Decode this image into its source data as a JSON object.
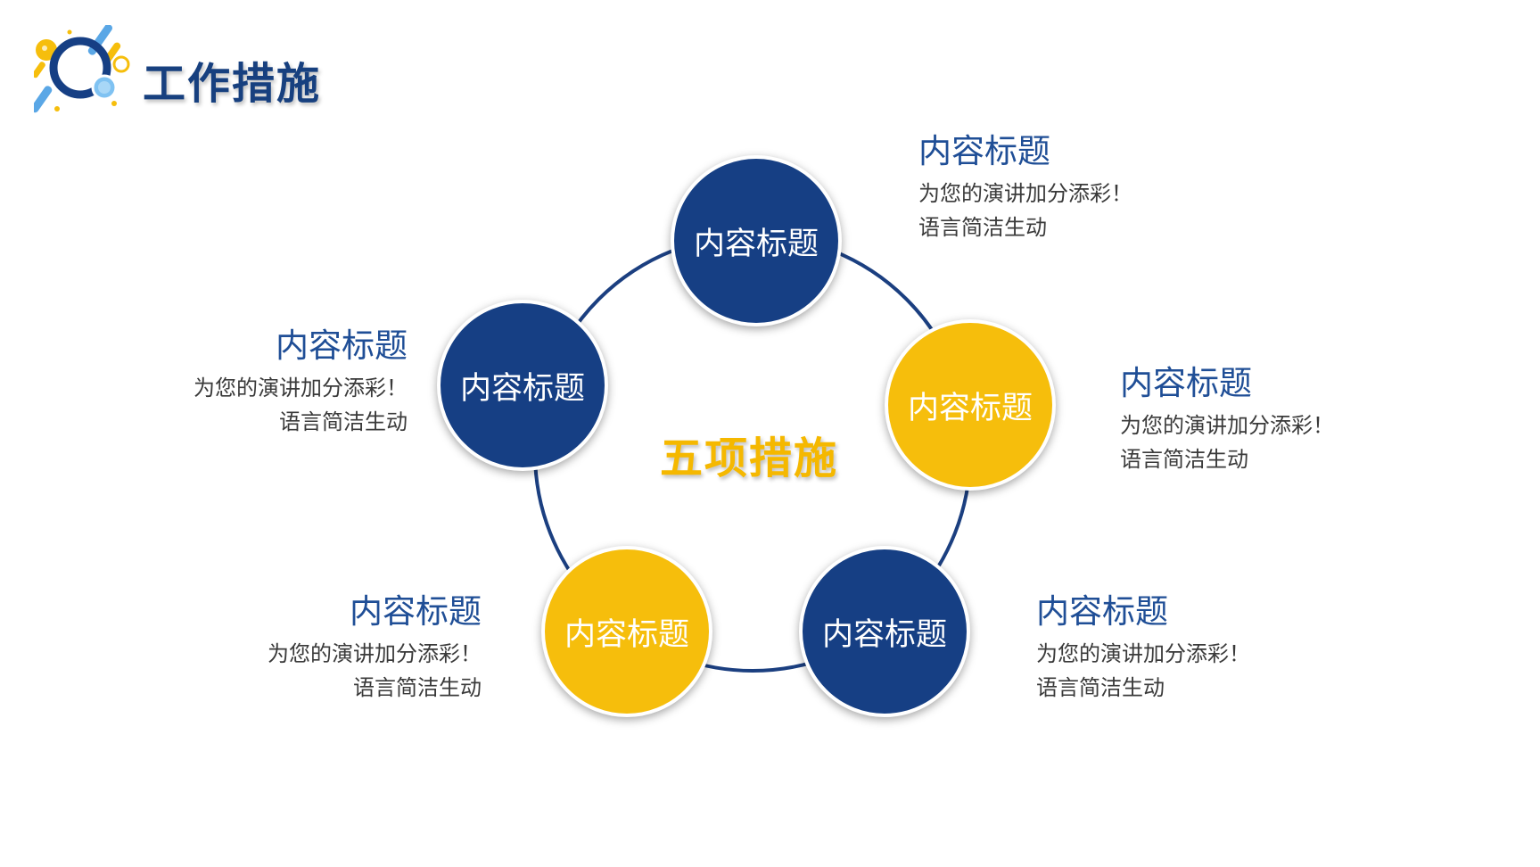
{
  "header": {
    "title": "工作措施"
  },
  "diagram": {
    "center_label": "五项措施",
    "nodes": [
      {
        "label": "内容标题",
        "color": "#163f84"
      },
      {
        "label": "内容标题",
        "color": "#f6be0c"
      },
      {
        "label": "内容标题",
        "color": "#163f84"
      },
      {
        "label": "内容标题",
        "color": "#f6be0c"
      },
      {
        "label": "内容标题",
        "color": "#163f84"
      }
    ],
    "ring_color": "#1b3f80"
  },
  "items": [
    {
      "title": "内容标题",
      "line1": "为您的演讲加分添彩！",
      "line2": "语言简洁生动"
    },
    {
      "title": "内容标题",
      "line1": "为您的演讲加分添彩！",
      "line2": "语言简洁生动"
    },
    {
      "title": "内容标题",
      "line1": "为您的演讲加分添彩！",
      "line2": "语言简洁生动"
    },
    {
      "title": "内容标题",
      "line1": "为您的演讲加分添彩！",
      "line2": "语言简洁生动"
    },
    {
      "title": "内容标题",
      "line1": "为您的演讲加分添彩！",
      "line2": "语言简洁生动"
    }
  ],
  "colors": {
    "primary_blue": "#163f84",
    "accent_yellow": "#f6be0c",
    "title_blue": "#17407f"
  }
}
